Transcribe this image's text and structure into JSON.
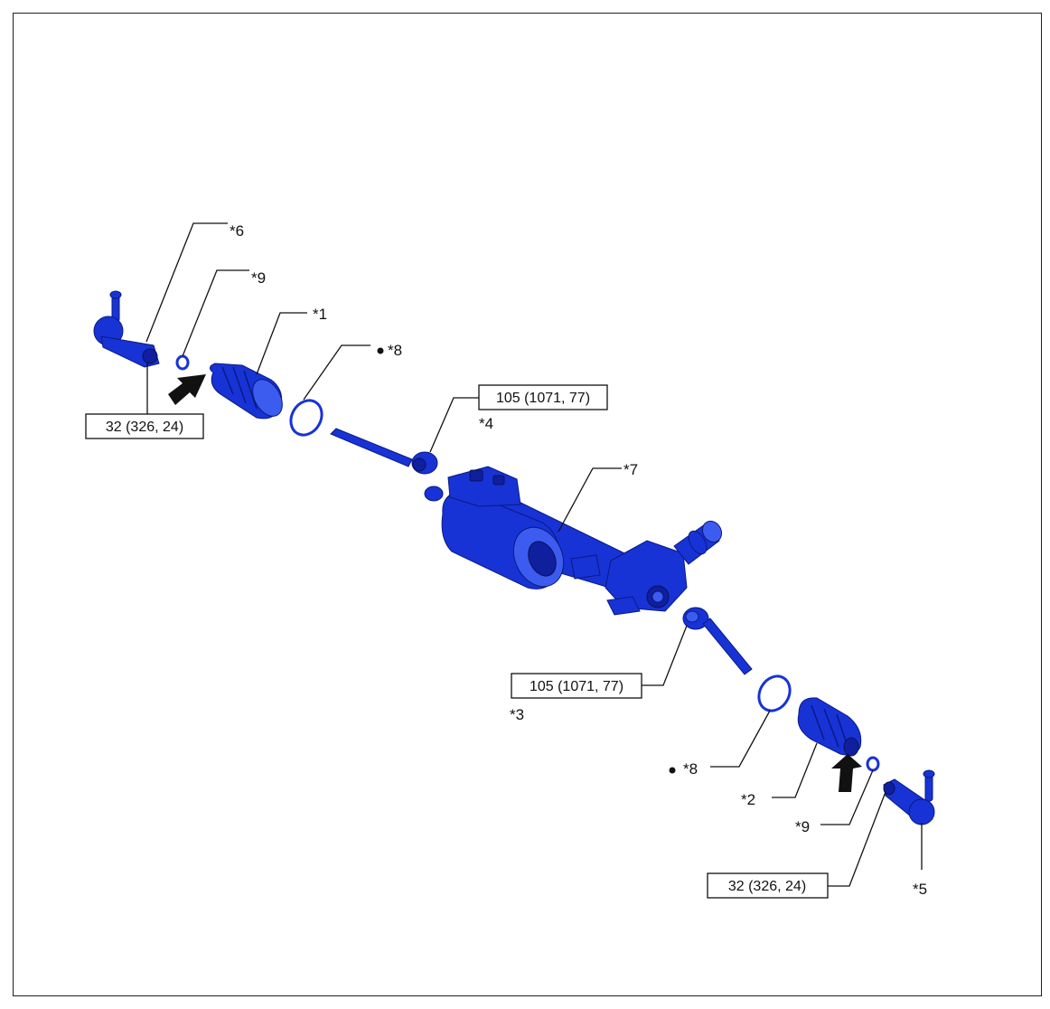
{
  "labels": {
    "l6": "*6",
    "l9a": "*9",
    "l1": "*1",
    "l8a": "*8",
    "l4": "*4",
    "l7": "*7",
    "l3": "*3",
    "l8b": "*8",
    "l2": "*2",
    "l9b": "*9",
    "l5": "*5"
  },
  "torque": {
    "left_tie_rod_end": "32 (326, 24)",
    "inner_rod_upper": "105 (1071, 77)",
    "inner_rod_lower": "105 (1071, 77)",
    "right_tie_rod_end": "32 (326, 24)"
  },
  "colors": {
    "part": "#1733d6",
    "arrow": "#111111"
  }
}
